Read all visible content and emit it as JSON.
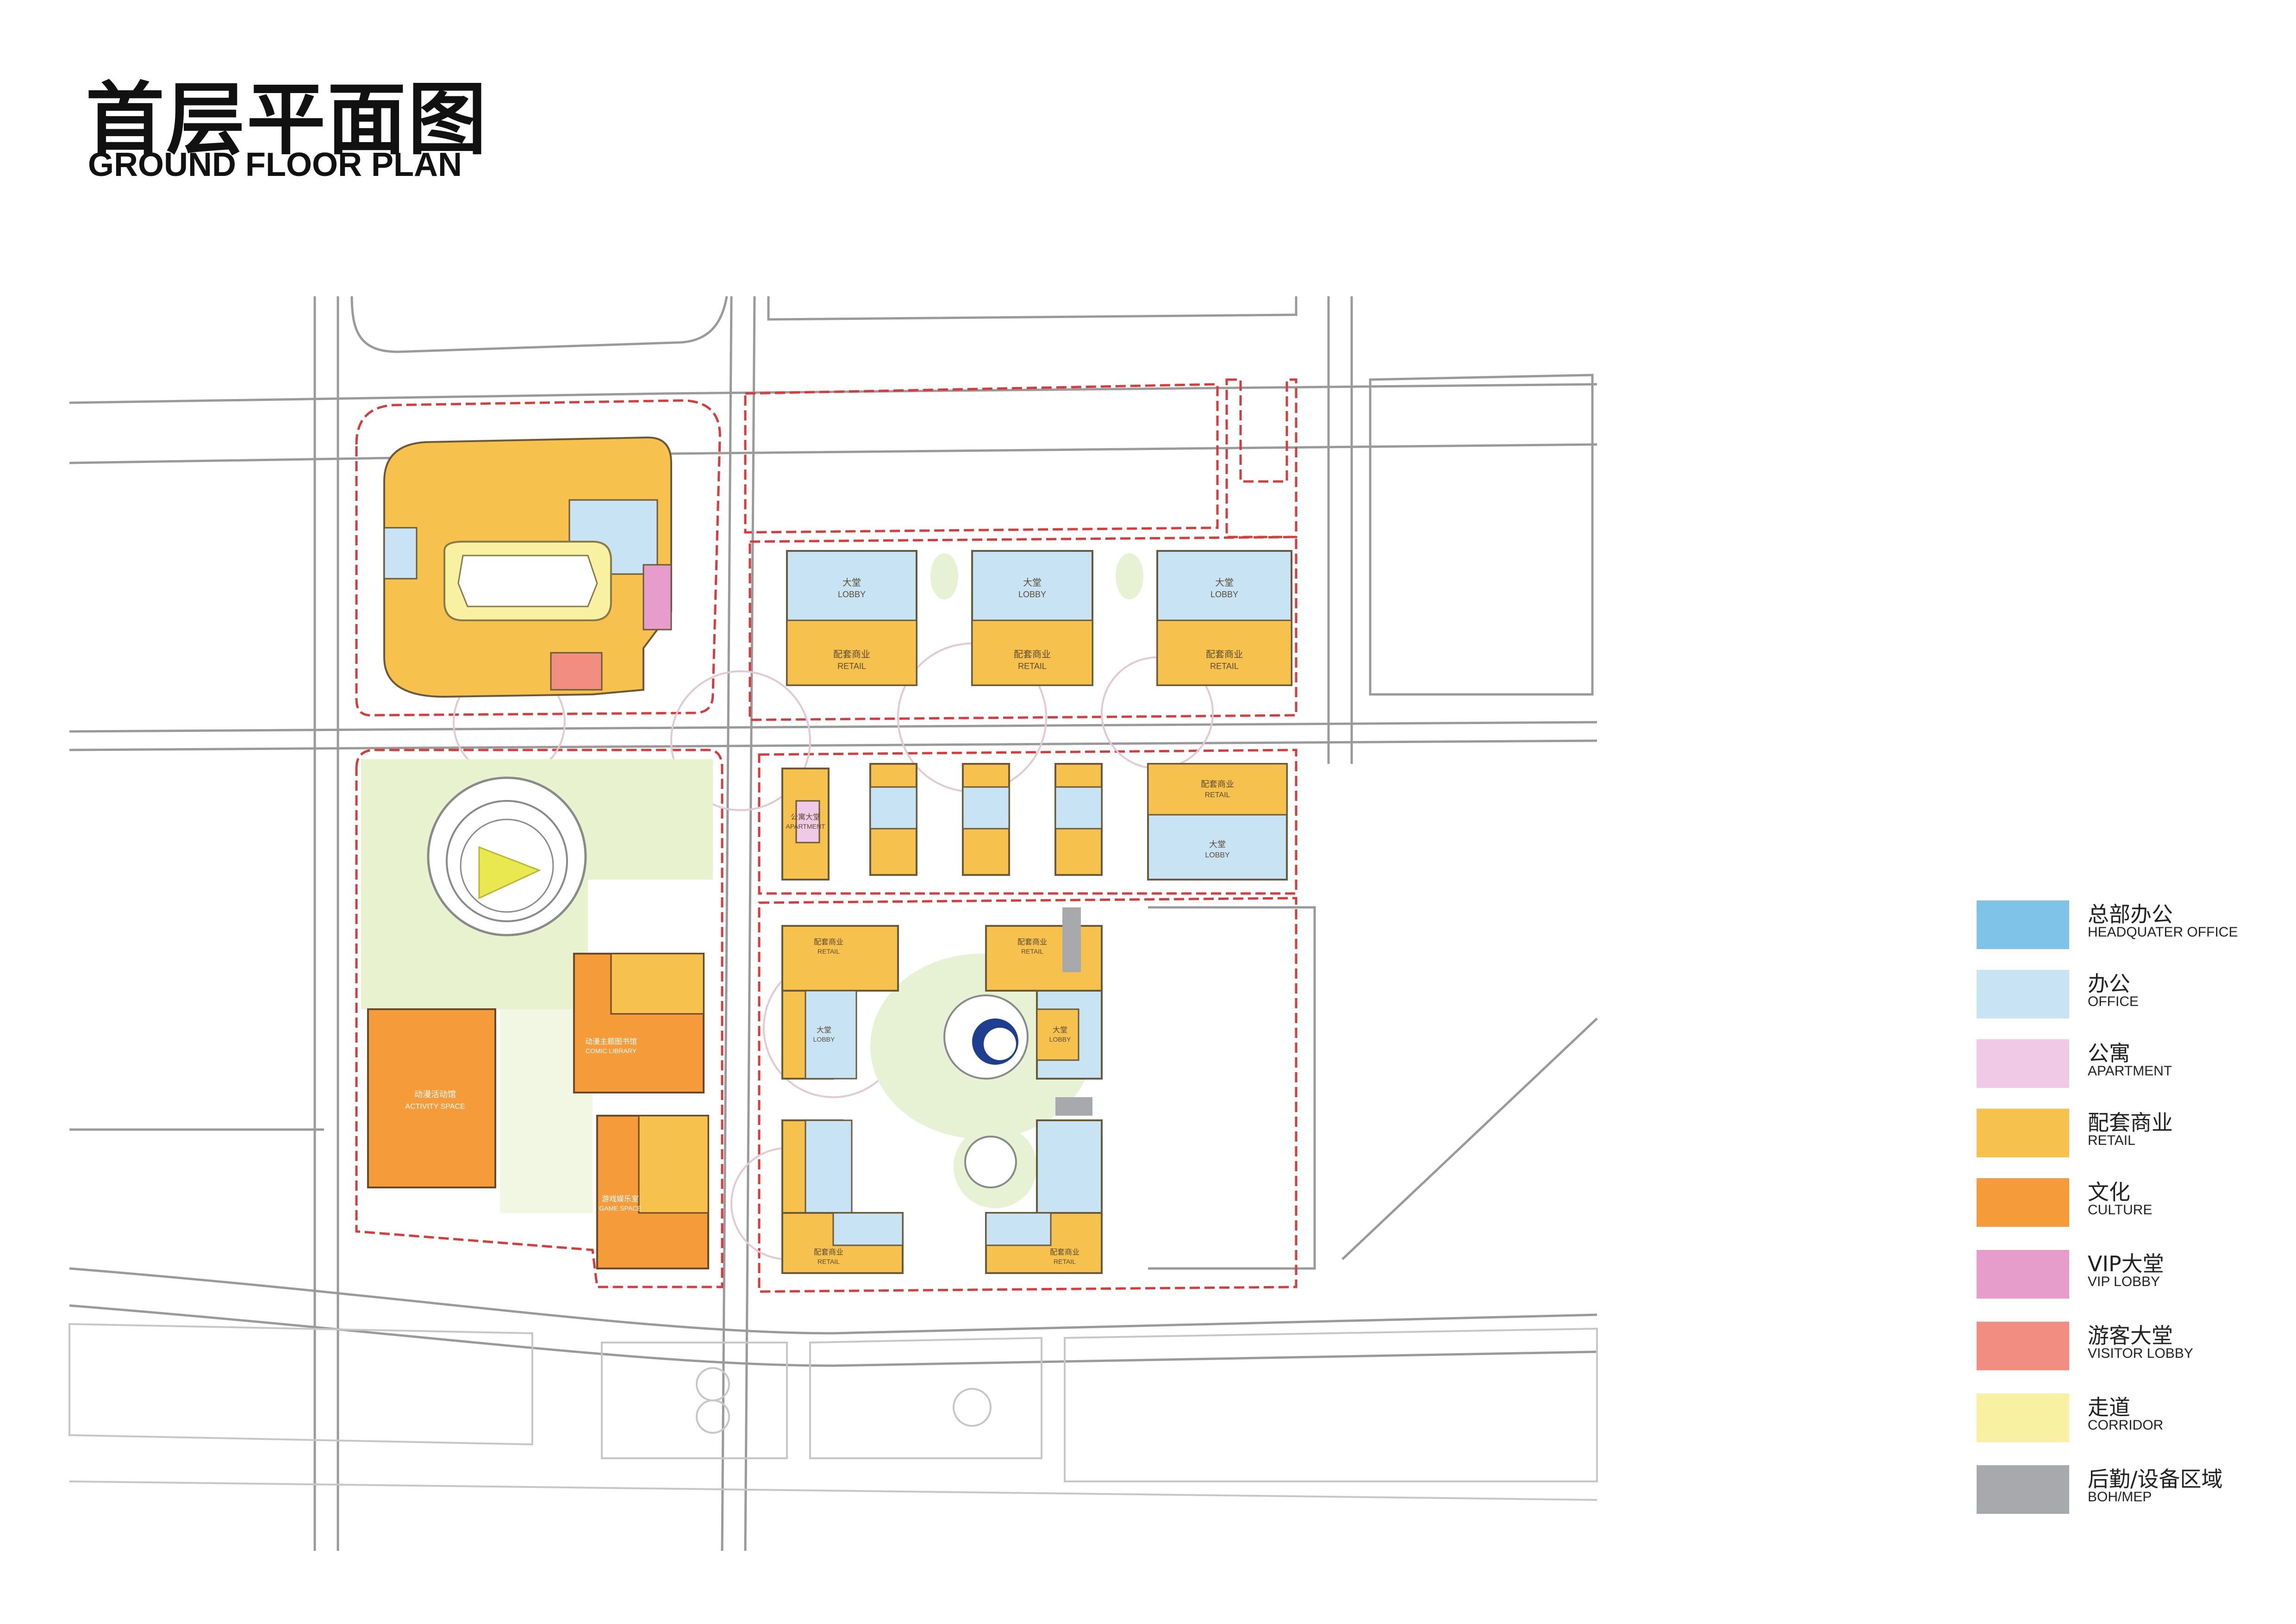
{
  "title": {
    "cn": "首层平面图",
    "en": "GROUND FLOOR PLAN"
  },
  "plan_labels": {
    "lobby_cn": "大堂",
    "lobby_en": "LOBBY",
    "retail_cn": "配套商业",
    "retail_en": "RETAIL",
    "apartment_cn": "公寓大堂",
    "apartment_en": "APARTMENT",
    "comic_cn": "动漫主题图书馆",
    "comic_en": "COMIC LIBRARY",
    "activity_cn": "动漫活动馆",
    "activity_en": "ACTIVITY SPACE",
    "game_cn": "游戏娱乐室",
    "game_en": "GAME SPACE"
  },
  "legend": [
    {
      "cn": "总部办公",
      "en": "HEADQUATER OFFICE",
      "color": "#7fc3e8"
    },
    {
      "cn": "办公",
      "en": "OFFICE",
      "color": "#c8e4f4"
    },
    {
      "cn": "公寓",
      "en": "APARTMENT",
      "color": "#efc9e6"
    },
    {
      "cn": "配套商业",
      "en": "RETAIL",
      "color": "#f6c24d"
    },
    {
      "cn": "文化",
      "en": "CULTURE",
      "color": "#f59b3a"
    },
    {
      "cn": "VIP大堂",
      "en": "VIP LOBBY",
      "color": "#e69dcb"
    },
    {
      "cn": "游客大堂",
      "en": "VISITOR LOBBY",
      "color": "#f28d82"
    },
    {
      "cn": "走道",
      "en": "CORRIDOR",
      "color": "#f8f1a2"
    },
    {
      "cn": "后勤/设备区域",
      "en": "BOH/MEP",
      "color": "#a7a9ac"
    }
  ]
}
